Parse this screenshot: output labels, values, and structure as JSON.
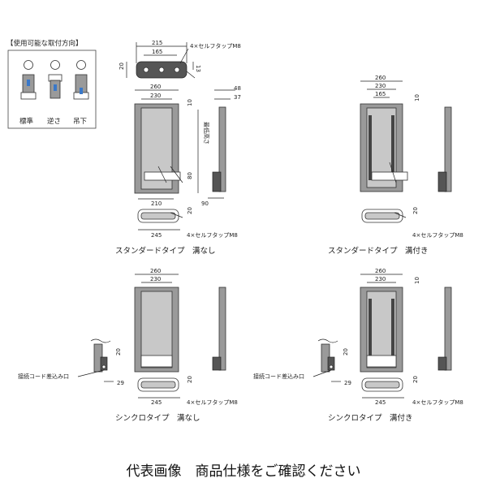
{
  "legend": {
    "title": "【使用可能な取付方向】",
    "items": [
      "標準",
      "逆さ",
      "吊下"
    ]
  },
  "panels": {
    "tl": {
      "top_dims": [
        "215",
        "165"
      ],
      "top_side": [
        "20",
        "13"
      ],
      "tap_top": "4×セルフタップM8",
      "front_dims": [
        "260",
        "230"
      ],
      "right_dims": [
        "48",
        "37"
      ],
      "v10": "10",
      "height_label": "最低高さ",
      "v80": "80",
      "d210": "210",
      "d90": "90",
      "d20": "20",
      "d245": "245",
      "tap_bottom": "4×セルフタップM8",
      "caption": "スタンダードタイプ　溝なし"
    },
    "tr": {
      "dims": [
        "260",
        "230",
        "165"
      ],
      "v10": "10",
      "d20": "20",
      "tap": "4×セルフタップM8",
      "caption": "スタンダードタイプ　溝付き"
    },
    "bl": {
      "dims": [
        "260",
        "230"
      ],
      "cord": "接続コード差込み口",
      "d20a": "20",
      "d29": "29",
      "d20b": "20",
      "d245": "245",
      "tap": "4×セルフタップM8",
      "caption": "シンクロタイプ　溝なし"
    },
    "br": {
      "dims": [
        "260",
        "230"
      ],
      "v10": "10",
      "cord": "接続コード差込み口",
      "d20a": "20",
      "d29": "29",
      "d20b": "20",
      "d245": "245",
      "tap": "4×セルフタップM8",
      "caption": "シンクロタイプ　溝付き"
    }
  },
  "footer": "代表画像　商品仕様をご確認ください"
}
